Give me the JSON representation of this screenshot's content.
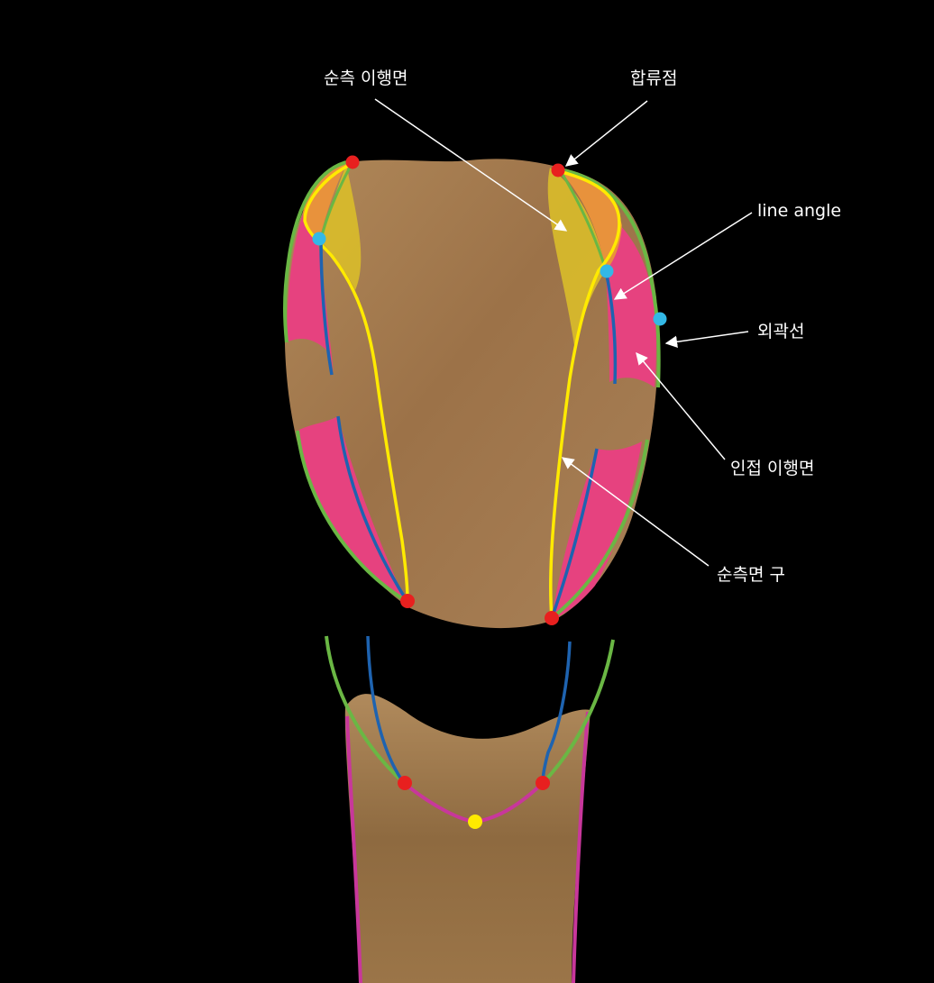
{
  "labels": {
    "labial_transition": "순측 이행면",
    "confluence_point": "합류점",
    "line_angle": "line angle",
    "outline": "외곽선",
    "proximal_transition": "인접 이행면",
    "labial_groove": "순측면 구"
  },
  "colors": {
    "background": "#000000",
    "tooth": "#a57a4c",
    "outline_green": "#6ab744",
    "line_angle_blue": "#1e63b0",
    "labial_yellow": "#ffea00",
    "proximal_pink": "#e6427f",
    "orange_zone": "#e8923c",
    "point_red": "#e8201f",
    "point_cyan": "#33b8e6",
    "point_yellow": "#ffea00",
    "incisal_magenta": "#c8379b",
    "leader": "#ffffff"
  }
}
